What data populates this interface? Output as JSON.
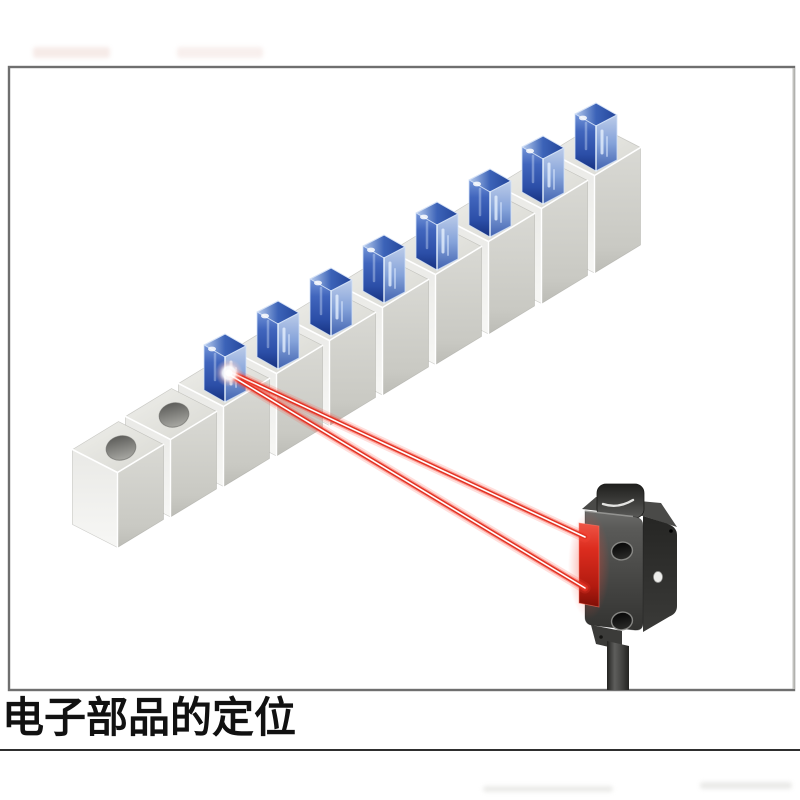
{
  "caption": {
    "text": "电子部品的定位"
  },
  "illustration": {
    "cube_count": 10,
    "empty_socket_count": 2,
    "component_count": 8,
    "colors": {
      "component_blue_dark": "#24469a",
      "component_blue_light": "#b8cdee",
      "laser_red": "#e23324",
      "sensor_body_dark": "#393937",
      "cube_top_gray": "#e6e6e2",
      "socket_hole_gray": "#6a6a67"
    }
  }
}
